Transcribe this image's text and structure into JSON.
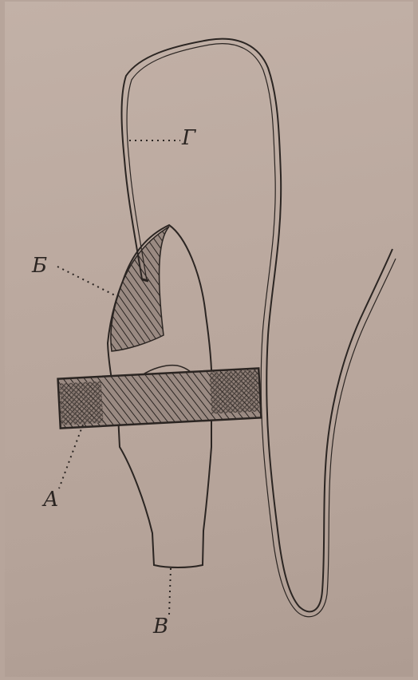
{
  "figure": {
    "labels": {
      "a": "А",
      "b": "Б",
      "v": "В",
      "g": "Г"
    },
    "colors": {
      "paper": "#bba99f",
      "ink": "#2b2522",
      "hatch_fill": "#8c7c74"
    }
  }
}
